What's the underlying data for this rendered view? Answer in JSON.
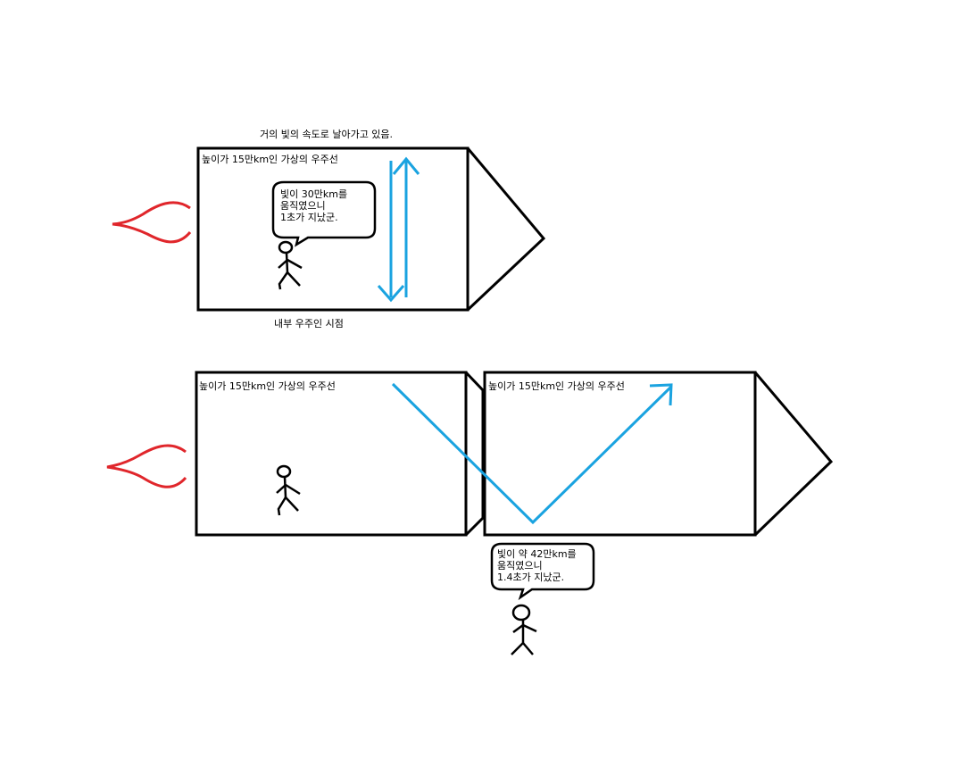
{
  "top_caption": "거의 빛의 속도로 날아가고 있음.",
  "inside_caption": "내부 우주인 시점",
  "ship_top": {
    "label": "높이가 15만km인 가상의 우주선",
    "speech": "빛이 30만km를\n움직였으니\n1초가 지났군."
  },
  "ship_bottom_left": {
    "label": "높이가 15만km인 가상의 우주선"
  },
  "ship_bottom_right": {
    "label": "높이가 15만km인 가상의 우주선"
  },
  "outside_speech": "빛이 약 42만km를\n움직였으니\n1.4초가 지났군.",
  "colors": {
    "light": "#1aa3e0",
    "flame": "#e0262b",
    "outline": "#000000"
  },
  "icons": [
    "flame-icon",
    "stick-figure-icon",
    "double-arrow-icon",
    "speech-bubble-icon"
  ]
}
